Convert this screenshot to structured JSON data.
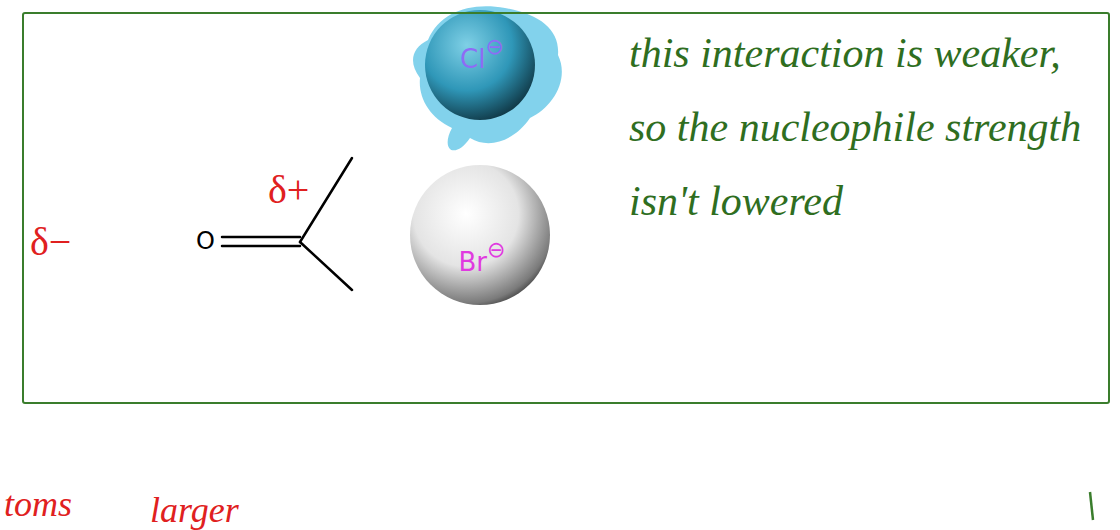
{
  "diagram": {
    "nodes": [
      {
        "text": [
          "this interaction is weaker, so the nucleophile strength isn't lowered"
        ]
      },
      {
        "text": [
          "Cl",
          "⊖"
        ],
        "in": 0
      },
      {
        "text": [
          "Br",
          "⊖"
        ],
        "in": 0
      }
    ],
    "labels": [
      "δ−",
      "δ+",
      "O",
      "toms",
      "larger"
    ]
  }
}
